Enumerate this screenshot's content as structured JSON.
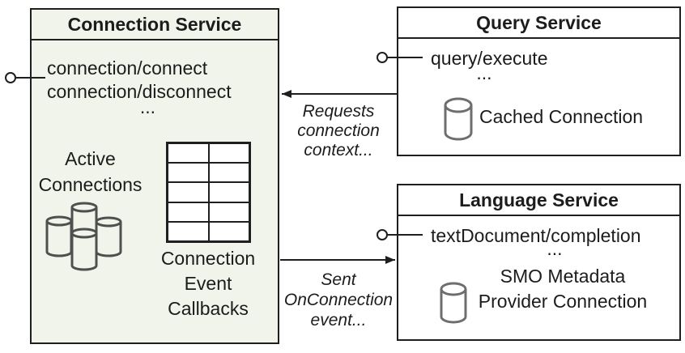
{
  "colors": {
    "canvas_bg": "#ffffff",
    "connection_box_fill": "#f1f4ea",
    "service_box_fill": "#ffffff",
    "border": "#1f1f1f",
    "text": "#1c1c1c",
    "cluster_cylinder_stroke": "#4f4f4f",
    "service_cylinder_stroke": "#6e6e6e"
  },
  "connection_service": {
    "title": "Connection Service",
    "methods": [
      "connection/connect",
      "connection/disconnect"
    ],
    "more": "...",
    "active_connections": "Active\nConnections",
    "callbacks": "Connection\nEvent\nCallbacks",
    "table": {
      "rows": 5,
      "columns": 2
    }
  },
  "query_service": {
    "title": "Query Service",
    "method": "query/execute",
    "more": "...",
    "cached_connection": "Cached Connection"
  },
  "language_service": {
    "title": "Language Service",
    "method": "textDocument/completion",
    "more": "...",
    "smo_connection": "SMO Metadata\nProvider Connection"
  },
  "edges": {
    "requests_label": "Requests\nconnection\ncontext...",
    "sent_label": "Sent\nOnConnection\nevent..."
  }
}
